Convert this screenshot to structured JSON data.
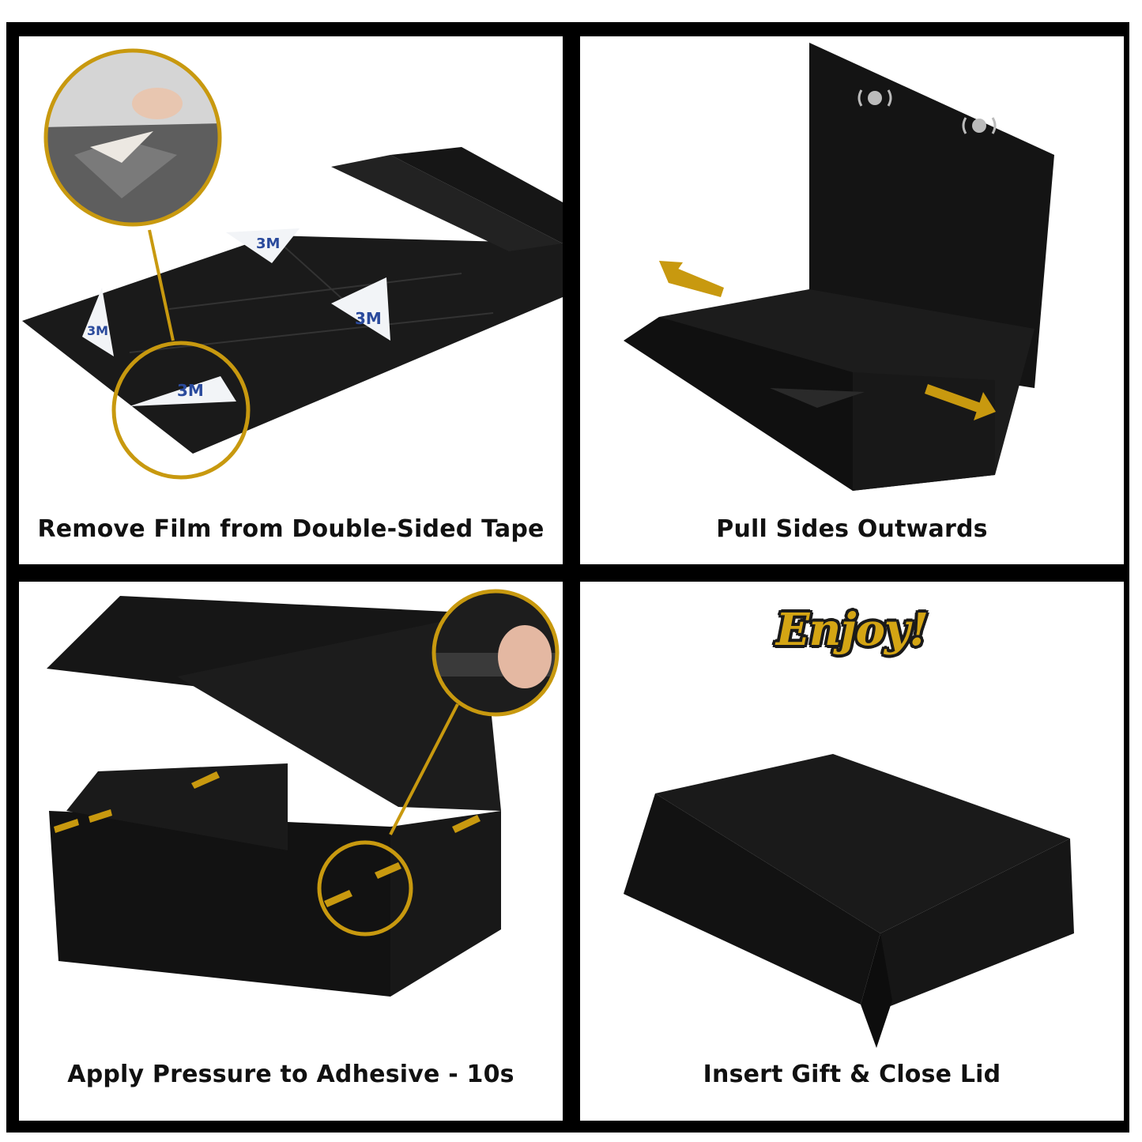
{
  "steps": [
    {
      "caption": "Remove Film from Double-Sided Tape"
    },
    {
      "caption": "Pull Sides Outwards"
    },
    {
      "caption": "Apply Pressure to Adhesive - 10s"
    },
    {
      "caption": "Insert Gift & Close Lid"
    }
  ],
  "enjoy_text": "Enjoy!",
  "tape_label": "3M",
  "colors": {
    "box": "#121212",
    "highlight": "#c8990f",
    "frame": "#000000"
  }
}
